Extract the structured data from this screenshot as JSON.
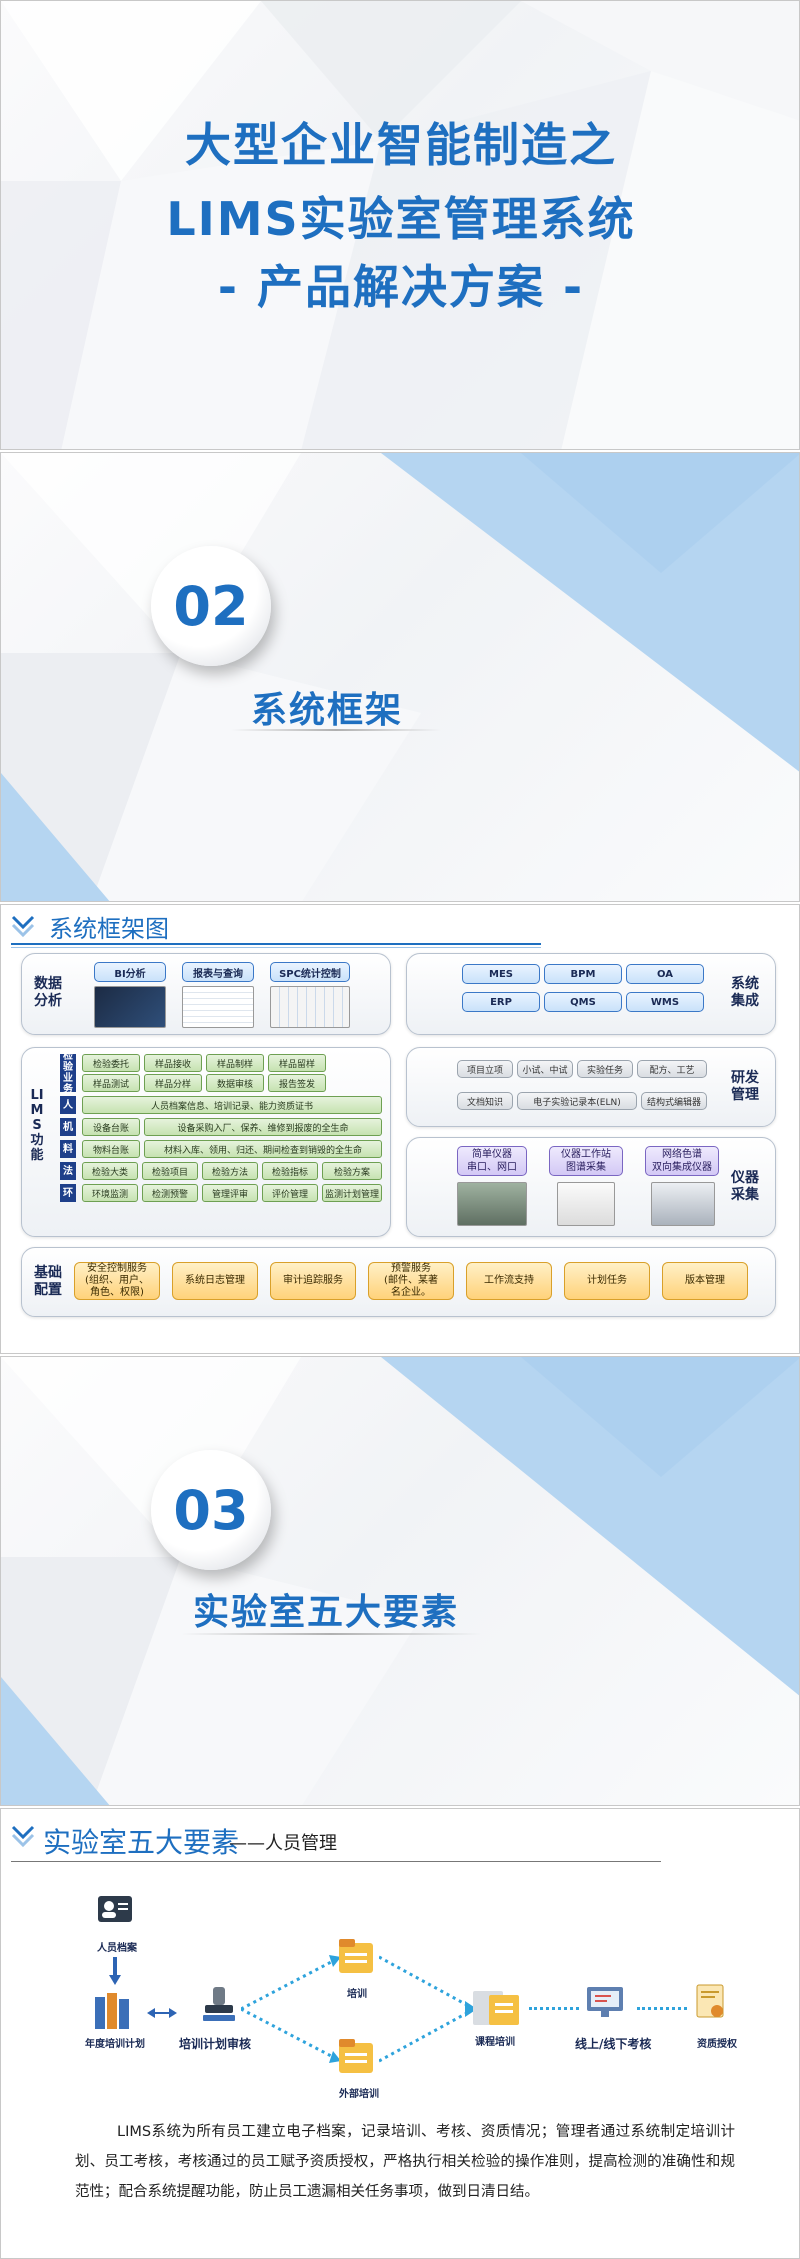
{
  "slide1": {
    "title_line1": "大型企业智能制造之",
    "title_line2": "LIMS实验室管理系统",
    "title_line3": "- 产品解决方案 -"
  },
  "slide2": {
    "number": "02",
    "title": "系统框架"
  },
  "slide3": {
    "header": "系统框架图",
    "data_analysis": {
      "label": "数据\n分析",
      "items": [
        "BI分析",
        "报表与查询",
        "SPC统计控制"
      ]
    },
    "system_integration": {
      "label": "系统\n集成",
      "items": [
        "MES",
        "BPM",
        "OA",
        "ERP",
        "QMS",
        "WMS"
      ]
    },
    "lims": {
      "label": "LIMS功能",
      "rows": [
        {
          "tag": "检验业务",
          "cells": [
            "检验委托",
            "样品接收",
            "样品制样",
            "样品留样",
            "样品测试",
            "样品分样",
            "数据审核",
            "报告签发"
          ]
        },
        {
          "tag": "人",
          "cells": [
            "人员档案信息、培训记录、能力资质证书"
          ]
        },
        {
          "tag": "机",
          "cells": [
            "设备台账",
            "设备采购入厂、保养、维修到报废的全生命"
          ]
        },
        {
          "tag": "料",
          "cells": [
            "物料台账",
            "材料入库、领用、归还、期间检查到销毁的全生命"
          ]
        },
        {
          "tag": "法",
          "cells": [
            "检验大类",
            "检验项目",
            "检验方法",
            "检验指标",
            "检验方案"
          ]
        },
        {
          "tag": "环",
          "cells": [
            "环境监测",
            "检测预警",
            "管理评审",
            "评价管理",
            "监测计划管理"
          ]
        }
      ]
    },
    "rnd": {
      "label": "研发\n管理",
      "items": [
        "项目立项",
        "小试、中试",
        "实验任务",
        "配方、工艺",
        "文档知识",
        "电子实验记录本(ELN)",
        "结构式编辑器"
      ]
    },
    "instrument": {
      "label": "仪器\n采集",
      "items": [
        "简单仪器\n串口、网口",
        "仪器工作站\n图谱采集",
        "网络色谱\n双向集成仪器"
      ]
    },
    "base": {
      "label": "基础\n配置",
      "items": [
        "安全控制服务\n(组织、用户、\n角色、权限)",
        "系统日志管理",
        "审计追踪服务",
        "预警服务\n(邮件、某著\n名企业。",
        "工作流支持",
        "计划任务",
        "版本管理"
      ]
    }
  },
  "slide4": {
    "number": "03",
    "title": "实验室五大要素"
  },
  "slide5": {
    "title": "实验室五大要素",
    "subtitle": "——人员管理",
    "flow": {
      "person_file": "人员档案",
      "annual_plan": "年度培训计划",
      "plan_review": "培训计划审核",
      "training": "培训",
      "external": "外部培训",
      "course": "课程培训",
      "exam": "线上/线下考核",
      "qualification": "资质授权"
    },
    "paragraph": "LIMS系统为所有员工建立电子档案，记录培训、考核、资质情况；管理者通过系统制定培训计划、员工考核，考核通过的员工赋予资质授权，严格执行相关检验的操作准则，提高检测的准确性和规范性；配合系统提醒功能，防止员工遗漏相关任务事项，做到日清日结。"
  }
}
